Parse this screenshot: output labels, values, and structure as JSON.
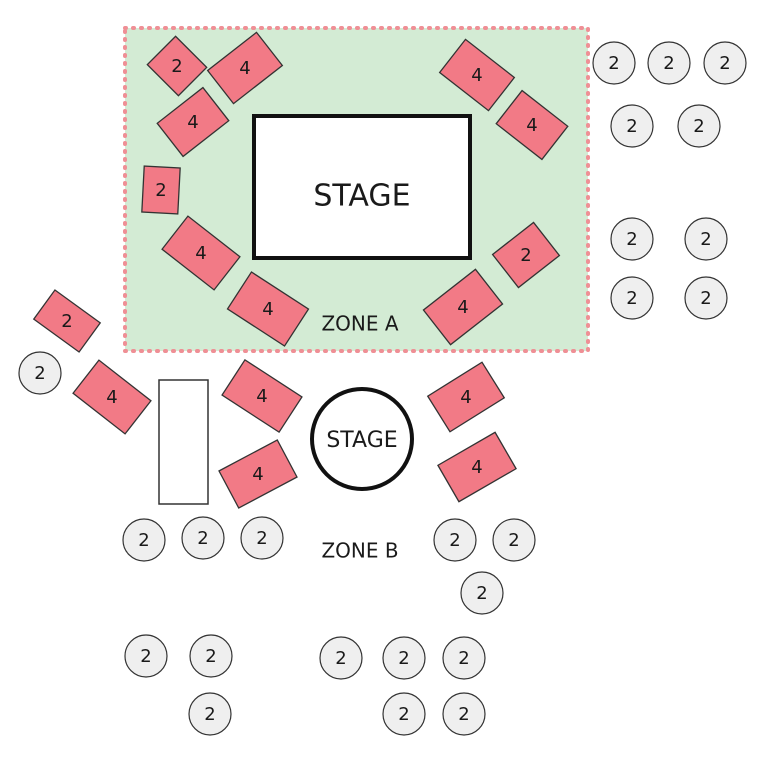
{
  "zones": [
    {
      "id": "zone-a",
      "label": "ZONE A",
      "fill": "#d3ebd4",
      "border": "#ef8f95"
    },
    {
      "id": "zone-b",
      "label": "ZONE B"
    }
  ],
  "stages": [
    {
      "id": "stage-main",
      "label": "STAGE",
      "shape": "rectangle"
    },
    {
      "id": "stage-round",
      "label": "STAGE",
      "shape": "circle"
    }
  ],
  "colors": {
    "table_fill": "#f27a86",
    "table_stroke": "#333333",
    "seat_fill": "#efefef",
    "seat_stroke": "#333333",
    "stage_stroke": "#111111"
  },
  "tables": [
    {
      "id": "zoneA-t1",
      "seats": "2",
      "zone": "A"
    },
    {
      "id": "zoneA-t2",
      "seats": "4",
      "zone": "A"
    },
    {
      "id": "zoneA-t3",
      "seats": "4",
      "zone": "A"
    },
    {
      "id": "zoneA-t4",
      "seats": "2",
      "zone": "A"
    },
    {
      "id": "zoneA-t5",
      "seats": "4",
      "zone": "A"
    },
    {
      "id": "zoneA-t6",
      "seats": "4",
      "zone": "A"
    },
    {
      "id": "zoneA-t7",
      "seats": "4",
      "zone": "A"
    },
    {
      "id": "zoneA-t8",
      "seats": "4",
      "zone": "A"
    },
    {
      "id": "zoneA-t9",
      "seats": "2",
      "zone": "A"
    },
    {
      "id": "zoneA-t10",
      "seats": "4",
      "zone": "A"
    },
    {
      "id": "zoneB-t1",
      "seats": "2",
      "zone": "B"
    },
    {
      "id": "zoneB-t2",
      "seats": "4",
      "zone": "B"
    },
    {
      "id": "zoneB-t3",
      "seats": "4",
      "zone": "B"
    },
    {
      "id": "zoneB-t4",
      "seats": "4",
      "zone": "B"
    },
    {
      "id": "zoneB-t5",
      "seats": "4",
      "zone": "B"
    },
    {
      "id": "zoneB-t6",
      "seats": "4",
      "zone": "B"
    }
  ],
  "round_seats": [
    "2",
    "2",
    "2",
    "2",
    "2",
    "2",
    "2",
    "2",
    "2",
    "2",
    "2",
    "2",
    "2",
    "2",
    "2",
    "2",
    "2",
    "2",
    "2",
    "2",
    "2",
    "2",
    "2",
    "2"
  ]
}
